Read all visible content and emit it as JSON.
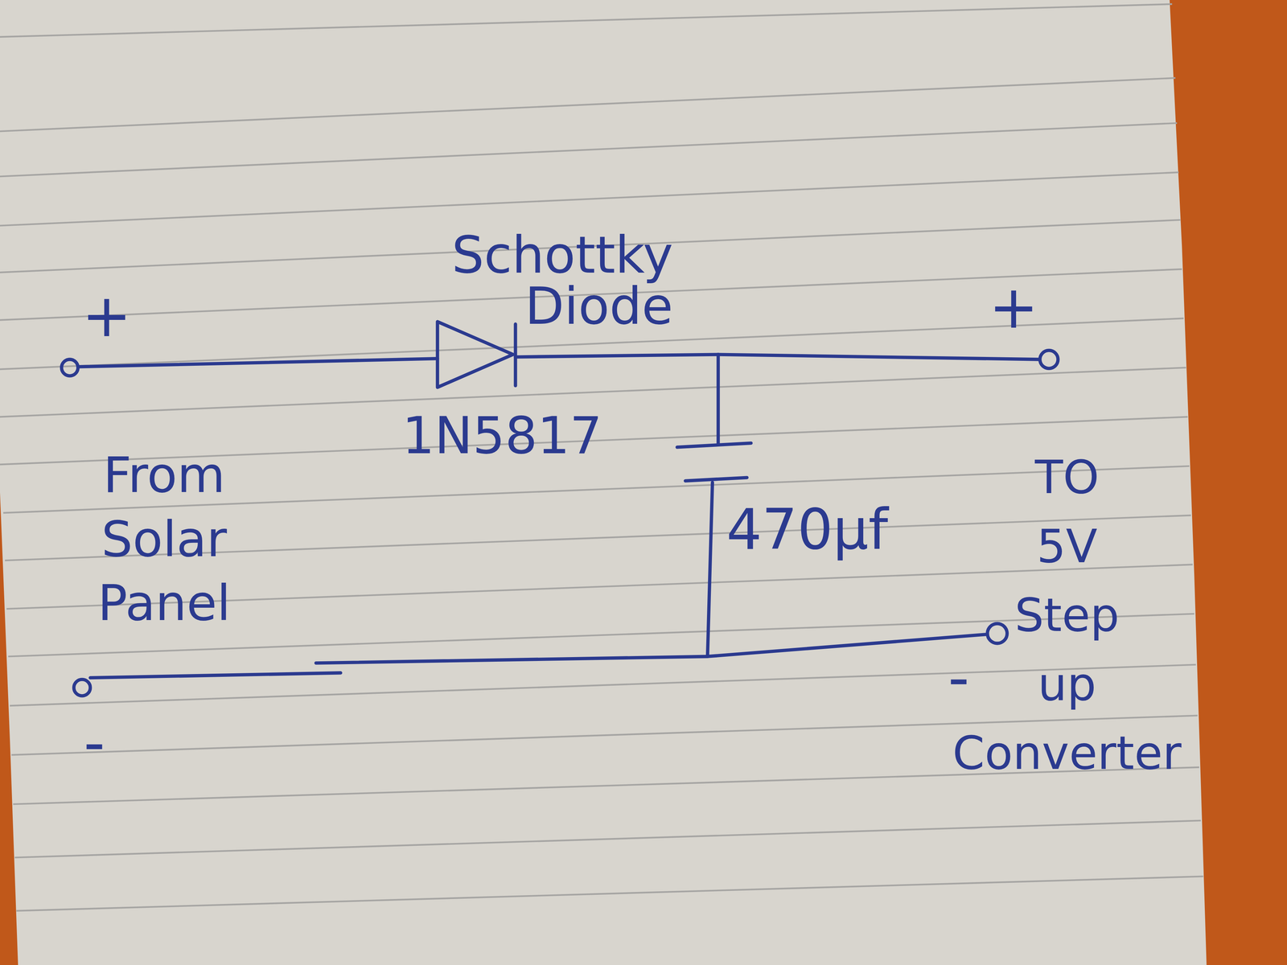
{
  "diagram": {
    "labels": [
      "+",
      "Schottky Diode",
      "1N5817",
      "From Solar Panel",
      "-",
      "470µf",
      "+",
      "-",
      "TO 5V Step up Converter"
    ]
  }
}
